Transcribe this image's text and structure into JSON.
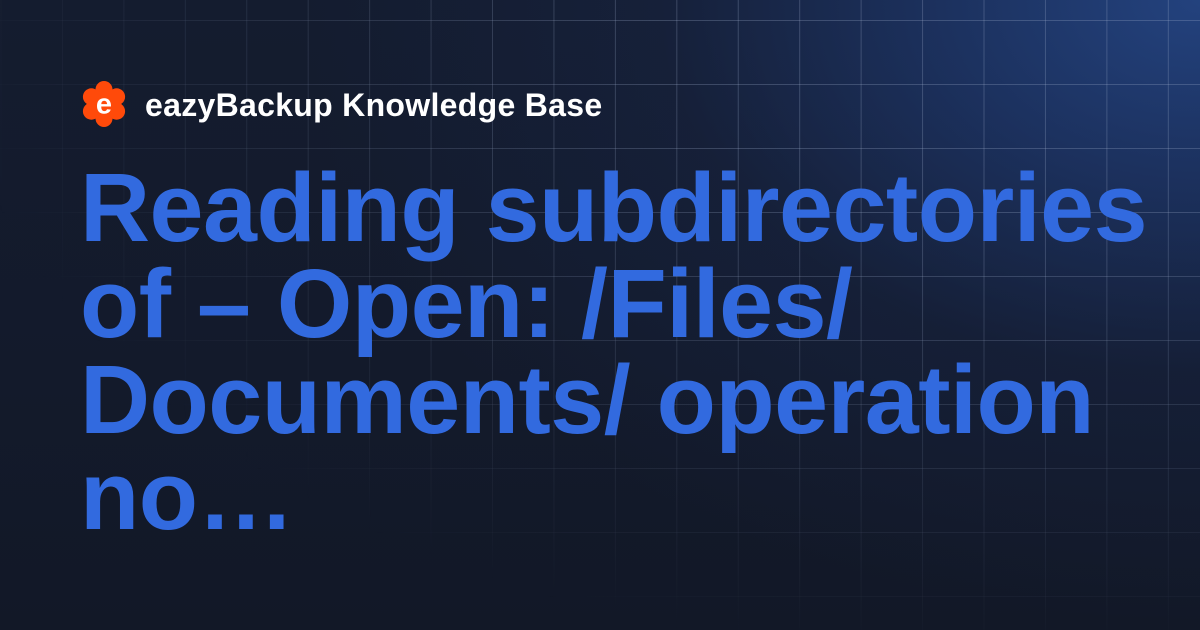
{
  "brand": {
    "name": "eazyBackup Knowledge Base",
    "logo_letter": "e",
    "logo_icon": "flower-logo-icon",
    "logo_color": "#FF4A0A"
  },
  "article": {
    "title": "Reading subdirectories of – Open: /Files/ Documents/ operation no…",
    "title_lines": [
      "Reading subdirectories",
      "of – Open: /Files/",
      "Documents/ operation",
      "no…"
    ],
    "title_color": "#326ADF"
  },
  "theme": {
    "background_dark": "#121929",
    "background_glow": "#213F78",
    "grid_color": "#A0AFCD"
  }
}
